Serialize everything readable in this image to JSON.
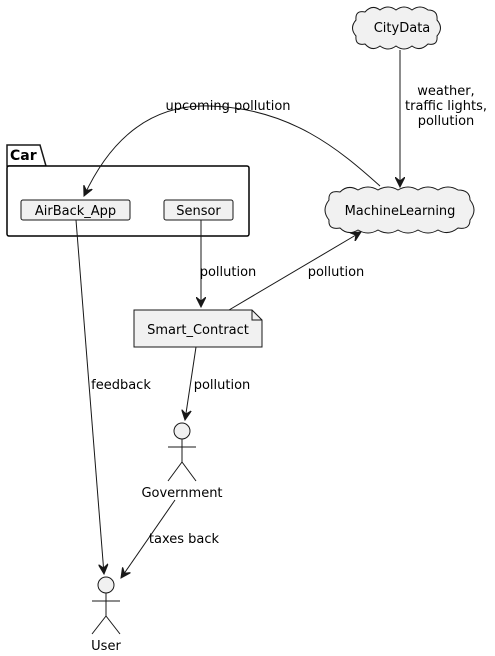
{
  "diagram": {
    "nodes": {
      "citydata": "CityData",
      "machinelearning": "MachineLearning",
      "car_package": "Car",
      "airback_app": "AirBack_App",
      "sensor": "Sensor",
      "smart_contract": "Smart_Contract",
      "government": "Government",
      "user": "User"
    },
    "edges": {
      "citydata_to_ml": [
        "weather,",
        "traffic lights,",
        "pollution"
      ],
      "ml_to_airback": "upcoming pollution",
      "sensor_to_contract": "pollution",
      "contract_to_ml": "pollution",
      "airback_to_user": "feedback",
      "contract_to_gov": "pollution",
      "gov_to_user": "taxes back"
    }
  }
}
